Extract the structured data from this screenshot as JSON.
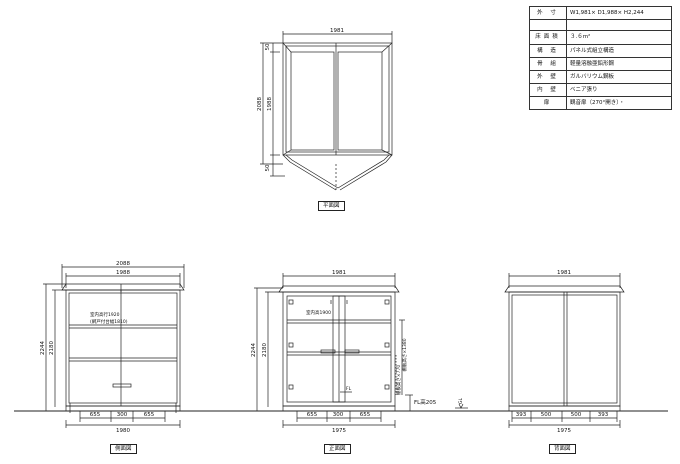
{
  "spec_table": {
    "rows": [
      {
        "key": "外 寸",
        "value": "W1,981× D1,988× H2,244"
      },
      {
        "key": "",
        "value": ""
      },
      {
        "key": "床面積",
        "value": "３.６m²"
      },
      {
        "key": "構 造",
        "value": "パネル式組立構造"
      },
      {
        "key": "骨 組",
        "value": "軽量溶融亜鉛形鋼"
      },
      {
        "key": "外 壁",
        "value": "ガルバリウム鋼板"
      },
      {
        "key": "内 壁",
        "value": "ベニア張り"
      },
      {
        "key": "扉",
        "value": "観音扉（270°開き）・"
      }
    ]
  },
  "plan_view": {
    "caption": "平面図",
    "width_dim": "1981",
    "depth_outer": "2088",
    "depth_inner": "1988",
    "top_offset": "50",
    "bottom_offset": "50"
  },
  "side_view": {
    "caption": "側面図",
    "top_outer": "2088",
    "top_inner": "1988",
    "height_outer": "2244",
    "height_inner": "2180",
    "shelf_note_1": "室内高行1920",
    "shelf_note_2": "(網戸付台幅1810)",
    "dims_bottom": [
      "655",
      "300",
      "655"
    ],
    "base_dim": "1980"
  },
  "front_view": {
    "caption": "正面図",
    "top_dim": "1981",
    "height_outer": "2244",
    "height_inner": "2180",
    "inner_height_note": "室内高1900",
    "shelf_note": "棚板高さ×1380",
    "shelf_note_low": "棚板高さ×770",
    "fl_note": "FL",
    "fl_height": "FL高205",
    "dims_bottom": [
      "655",
      "300",
      "655"
    ],
    "base_dim": "1975"
  },
  "back_view": {
    "caption": "背面図",
    "top_dim": "1981",
    "dims_bottom": [
      "393",
      "500",
      "500",
      "393"
    ],
    "base_dim": "1975",
    "gl_note": "GL"
  }
}
